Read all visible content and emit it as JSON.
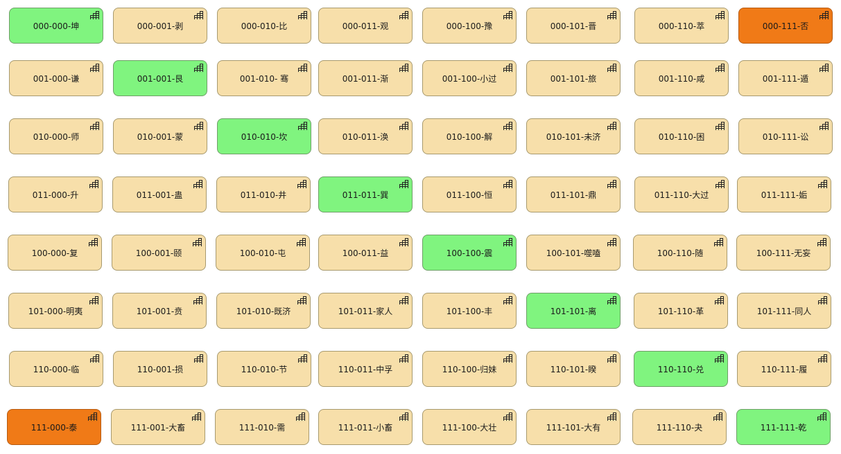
{
  "colors": {
    "default": "#f7dfaa",
    "green": "#80f47f",
    "orange": "#f07a17"
  },
  "icon": "stair-grid-icon",
  "rows": [
    [
      {
        "label": "000-000-坤",
        "color": "green"
      },
      {
        "label": "000-001-剥",
        "color": "default"
      },
      {
        "label": "000-010-比",
        "color": "default"
      },
      {
        "label": "000-011-观",
        "color": "default"
      },
      {
        "label": "000-100-豫",
        "color": "default"
      },
      {
        "label": "000-101-晋",
        "color": "default"
      },
      {
        "label": "000-110-萃",
        "color": "default"
      },
      {
        "label": "000-111-否",
        "color": "orange"
      }
    ],
    [
      {
        "label": "001-000-谦",
        "color": "default"
      },
      {
        "label": "001-001-艮",
        "color": "green"
      },
      {
        "label": "001-010- 骞",
        "color": "default"
      },
      {
        "label": "001-011-渐",
        "color": "default"
      },
      {
        "label": "001-100-小过",
        "color": "default"
      },
      {
        "label": "001-101-旅",
        "color": "default"
      },
      {
        "label": "001-110-咸",
        "color": "default"
      },
      {
        "label": "001-111-遁",
        "color": "default"
      }
    ],
    [
      {
        "label": "010-000-师",
        "color": "default"
      },
      {
        "label": "010-001-蒙",
        "color": "default"
      },
      {
        "label": "010-010-坎",
        "color": "green"
      },
      {
        "label": "010-011-涣",
        "color": "default"
      },
      {
        "label": "010-100-解",
        "color": "default"
      },
      {
        "label": "010-101-未济",
        "color": "default"
      },
      {
        "label": "010-110-困",
        "color": "default"
      },
      {
        "label": "010-111-讼",
        "color": "default"
      }
    ],
    [
      {
        "label": "011-000-升",
        "color": "default"
      },
      {
        "label": "011-001-蛊",
        "color": "default"
      },
      {
        "label": "011-010-井",
        "color": "default"
      },
      {
        "label": "011-011-巽",
        "color": "green"
      },
      {
        "label": "011-100-恒",
        "color": "default"
      },
      {
        "label": "011-101-鼎",
        "color": "default"
      },
      {
        "label": "011-110-大过",
        "color": "default"
      },
      {
        "label": "011-111-姤",
        "color": "default"
      }
    ],
    [
      {
        "label": "100-000-复",
        "color": "default"
      },
      {
        "label": "100-001-颐",
        "color": "default"
      },
      {
        "label": "100-010-屯",
        "color": "default"
      },
      {
        "label": "100-011-益",
        "color": "default"
      },
      {
        "label": "100-100-震",
        "color": "green"
      },
      {
        "label": "100-101-噬嗑",
        "color": "default"
      },
      {
        "label": "100-110-随",
        "color": "default"
      },
      {
        "label": "100-111-无妄",
        "color": "default"
      }
    ],
    [
      {
        "label": "101-000-明夷",
        "color": "default"
      },
      {
        "label": "101-001-贲",
        "color": "default"
      },
      {
        "label": "101-010-既济",
        "color": "default"
      },
      {
        "label": "101-011-家人",
        "color": "default"
      },
      {
        "label": "101-100-丰",
        "color": "default"
      },
      {
        "label": "101-101-离",
        "color": "green"
      },
      {
        "label": "101-110-革",
        "color": "default"
      },
      {
        "label": "101-111-同人",
        "color": "default"
      }
    ],
    [
      {
        "label": "110-000-临",
        "color": "default"
      },
      {
        "label": "110-001-损",
        "color": "default"
      },
      {
        "label": "110-010-节",
        "color": "default"
      },
      {
        "label": "110-011-中孚",
        "color": "default"
      },
      {
        "label": "110-100-归妹",
        "color": "default"
      },
      {
        "label": "110-101-睽",
        "color": "default"
      },
      {
        "label": "110-110-兑",
        "color": "green"
      },
      {
        "label": "110-111-履",
        "color": "default"
      }
    ],
    [
      {
        "label": "111-000-泰",
        "color": "orange"
      },
      {
        "label": "111-001-大畜",
        "color": "default"
      },
      {
        "label": "111-010-需",
        "color": "default"
      },
      {
        "label": "111-011-小畜",
        "color": "default"
      },
      {
        "label": "111-100-大壮",
        "color": "default"
      },
      {
        "label": "111-101-大有",
        "color": "default"
      },
      {
        "label": "111-110-夬",
        "color": "default"
      },
      {
        "label": "111-111-乾",
        "color": "green"
      }
    ]
  ]
}
